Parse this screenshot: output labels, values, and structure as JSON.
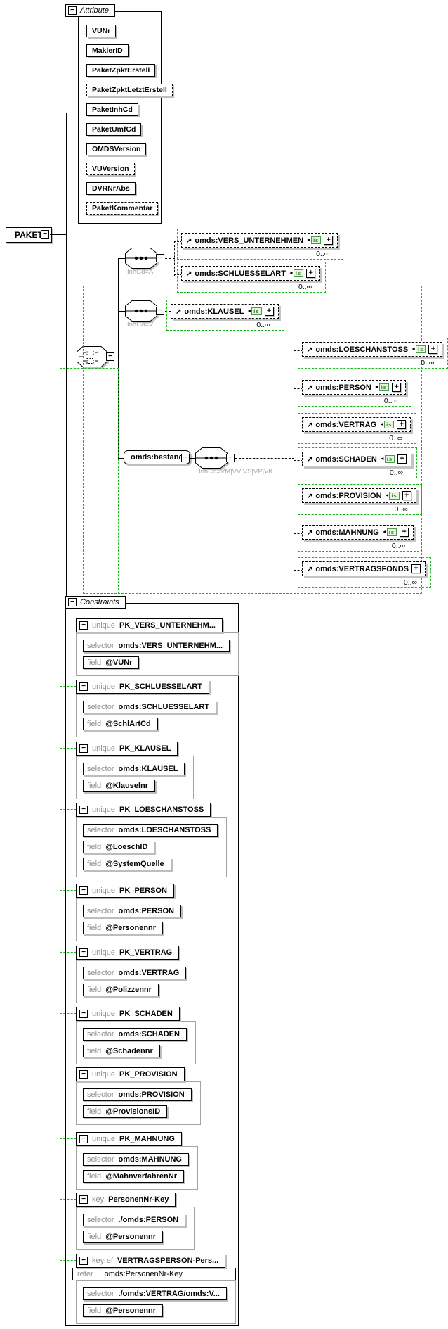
{
  "root": {
    "label": "PAKET"
  },
  "attribute_section": {
    "title": "Attribute",
    "items": [
      {
        "name": "VUNr",
        "optional": false
      },
      {
        "name": "MaklerID",
        "optional": false
      },
      {
        "name": "PaketZpktErstell",
        "optional": false
      },
      {
        "name": "PaketZpktLetztErstell",
        "optional": true
      },
      {
        "name": "PaketInhCd",
        "optional": false
      },
      {
        "name": "PaketUmfCd",
        "optional": false
      },
      {
        "name": "OMDSVersion",
        "optional": false
      },
      {
        "name": "VUVersion",
        "optional": true
      },
      {
        "name": "DVRNrAbs",
        "optional": false
      },
      {
        "name": "PaketKommentar",
        "optional": true
      }
    ]
  },
  "connectors": {
    "seq_ai_label": "InhCd=AI",
    "seq_vi_label": "InhCd=VI",
    "bestand_label": "omds:bestand",
    "seq_bestand_label": "InhCd=VM|VV|VS|VP|VK"
  },
  "elements": {
    "ai": [
      {
        "name": "omds:VERS_UNTERNEHMEN",
        "occurs": "0..∞",
        "has_is": true
      },
      {
        "name": "omds:SCHLUESSELART",
        "occurs": "0..∞",
        "has_is": true
      }
    ],
    "vi": [
      {
        "name": "omds:KLAUSEL",
        "occurs": "0..∞",
        "has_is": true
      }
    ],
    "bestand": [
      {
        "name": "omds:LOESCHANSTOSS",
        "occurs": "0..∞",
        "has_is": true
      },
      {
        "name": "omds:PERSON",
        "occurs": "0..∞",
        "has_is": true
      },
      {
        "name": "omds:VERTRAG",
        "occurs": "0..∞",
        "has_is": true
      },
      {
        "name": "omds:SCHADEN",
        "occurs": "0..∞",
        "has_is": true
      },
      {
        "name": "omds:PROVISION",
        "occurs": "0..∞",
        "has_is": true
      },
      {
        "name": "omds:MAHNUNG",
        "occurs": "0..∞",
        "has_is": true
      },
      {
        "name": "omds:VERTRAGSFONDS",
        "occurs": "0..∞",
        "has_is": false
      }
    ],
    "is_badge_text": "is"
  },
  "constraints_section": {
    "title": "Constraints",
    "groups": [
      {
        "kind": "unique",
        "name": "PK_VERS_UNTERNEHM...",
        "rows": [
          {
            "kind": "selector",
            "value": "omds:VERS_UNTERNEHM..."
          },
          {
            "kind": "field",
            "value": "@VUNr"
          }
        ]
      },
      {
        "kind": "unique",
        "name": "PK_SCHLUESSELART",
        "rows": [
          {
            "kind": "selector",
            "value": "omds:SCHLUESSELART"
          },
          {
            "kind": "field",
            "value": "@SchlArtCd"
          }
        ]
      },
      {
        "kind": "unique",
        "name": "PK_KLAUSEL",
        "rows": [
          {
            "kind": "selector",
            "value": "omds:KLAUSEL"
          },
          {
            "kind": "field",
            "value": "@Klauselnr"
          }
        ]
      },
      {
        "kind": "unique",
        "name": "PK_LOESCHANSTOSS",
        "rows": [
          {
            "kind": "selector",
            "value": "omds:LOESCHANSTOSS"
          },
          {
            "kind": "field",
            "value": "@LoeschID"
          },
          {
            "kind": "field",
            "value": "@SystemQuelle"
          }
        ]
      },
      {
        "kind": "unique",
        "name": "PK_PERSON",
        "rows": [
          {
            "kind": "selector",
            "value": "omds:PERSON"
          },
          {
            "kind": "field",
            "value": "@Personennr"
          }
        ]
      },
      {
        "kind": "unique",
        "name": "PK_VERTRAG",
        "rows": [
          {
            "kind": "selector",
            "value": "omds:VERTRAG"
          },
          {
            "kind": "field",
            "value": "@Polizzennr"
          }
        ]
      },
      {
        "kind": "unique",
        "name": "PK_SCHADEN",
        "rows": [
          {
            "kind": "selector",
            "value": "omds:SCHADEN"
          },
          {
            "kind": "field",
            "value": "@Schadennr"
          }
        ]
      },
      {
        "kind": "unique",
        "name": "PK_PROVISION",
        "rows": [
          {
            "kind": "selector",
            "value": "omds:PROVISION"
          },
          {
            "kind": "field",
            "value": "@ProvisionsID"
          }
        ]
      },
      {
        "kind": "unique",
        "name": "PK_MAHNUNG",
        "rows": [
          {
            "kind": "selector",
            "value": "omds:MAHNUNG"
          },
          {
            "kind": "field",
            "value": "@MahnverfahrenNr"
          }
        ]
      },
      {
        "kind": "key",
        "name": "PersonenNr-Key",
        "rows": [
          {
            "kind": "selector",
            "value": "./omds:PERSON"
          },
          {
            "kind": "field",
            "value": "@Personennr"
          }
        ]
      },
      {
        "kind": "keyref",
        "name": "VERTRAGSPERSON-Pers...",
        "refer_kind": "refer",
        "refer": "omds:PersonenNr-Key",
        "rows": [
          {
            "kind": "selector",
            "value": "./omds:VERTRAG/omds:V..."
          },
          {
            "kind": "field",
            "value": "@Personennr"
          }
        ]
      }
    ]
  },
  "symbols": {
    "collapse": "−",
    "expand": "+"
  },
  "colors": {
    "optional_green": "#15b715",
    "keyword_gray": "#8f8f8f"
  }
}
